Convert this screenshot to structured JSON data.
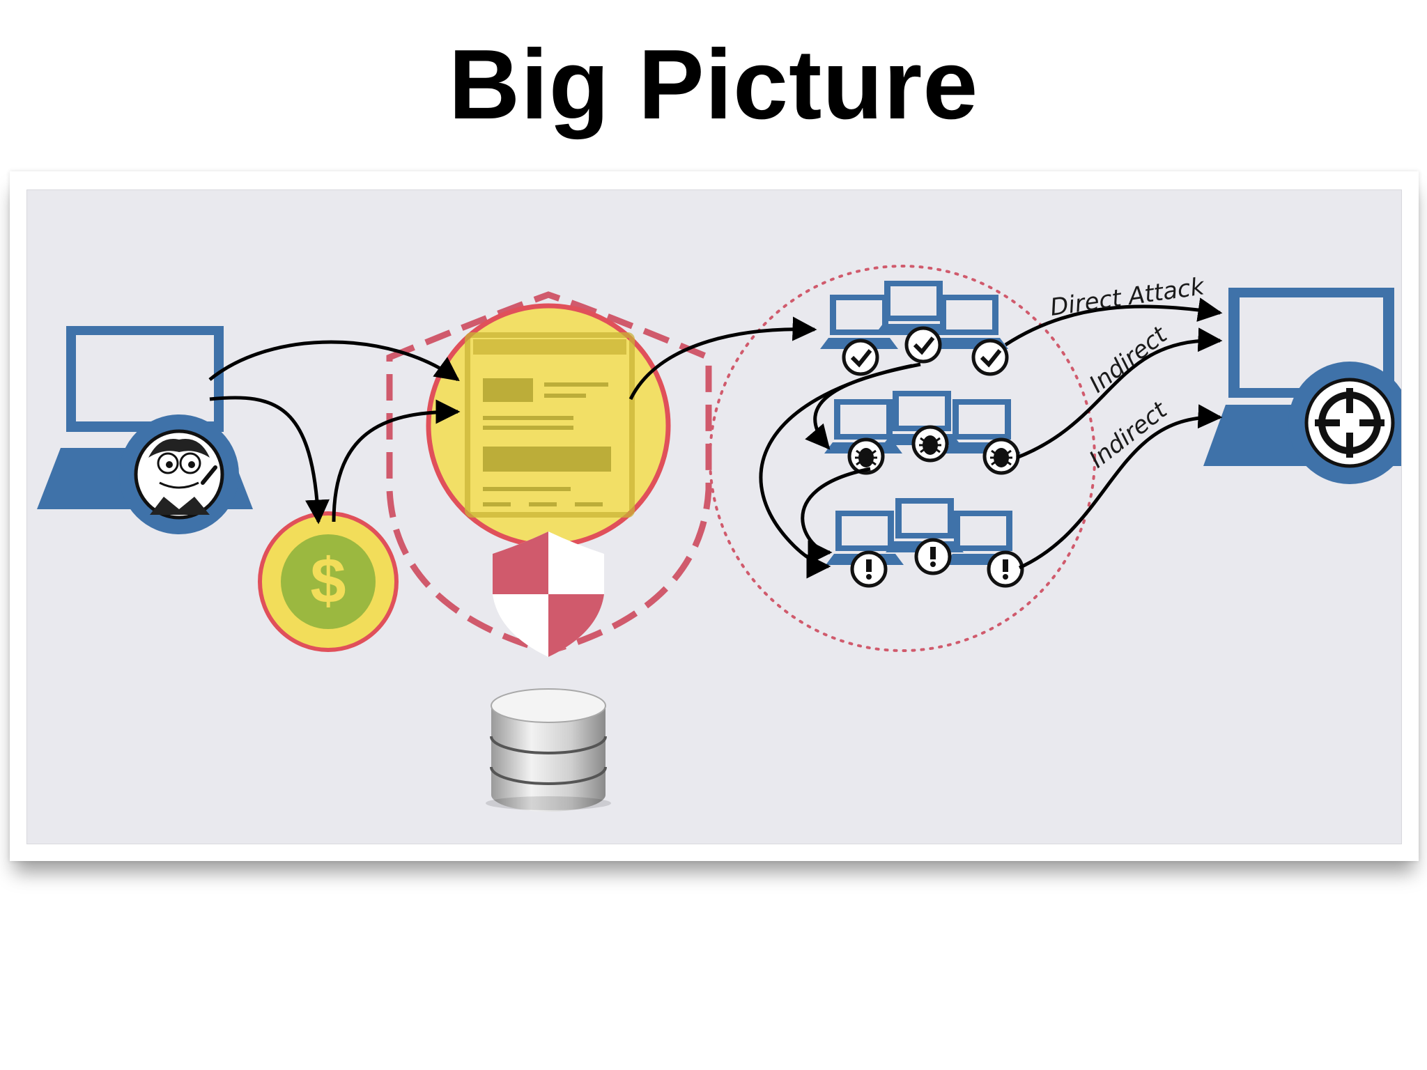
{
  "title": "Big Picture",
  "labels": {
    "direct": "Direct Attack",
    "indirect_1": "Indirect",
    "indirect_2": "Indirect"
  },
  "colors": {
    "device_blue": "#3f72a9",
    "highlight_yellow": "#f2dd5a",
    "highlight_red": "#e0505a",
    "shield_red": "#d05a6c",
    "coin_green": "#9bb840",
    "panel_bg": "#e9e9ee"
  },
  "icons": {
    "attacker": "attacker-laptop-icon",
    "payment": "dollar-coin-icon",
    "website": "web-page-icon",
    "protection": "shield-icon",
    "storage": "database-icon",
    "target": "target-laptop-icon",
    "clean": "check-icon",
    "infected": "bug-icon",
    "warning": "exclamation-icon"
  }
}
